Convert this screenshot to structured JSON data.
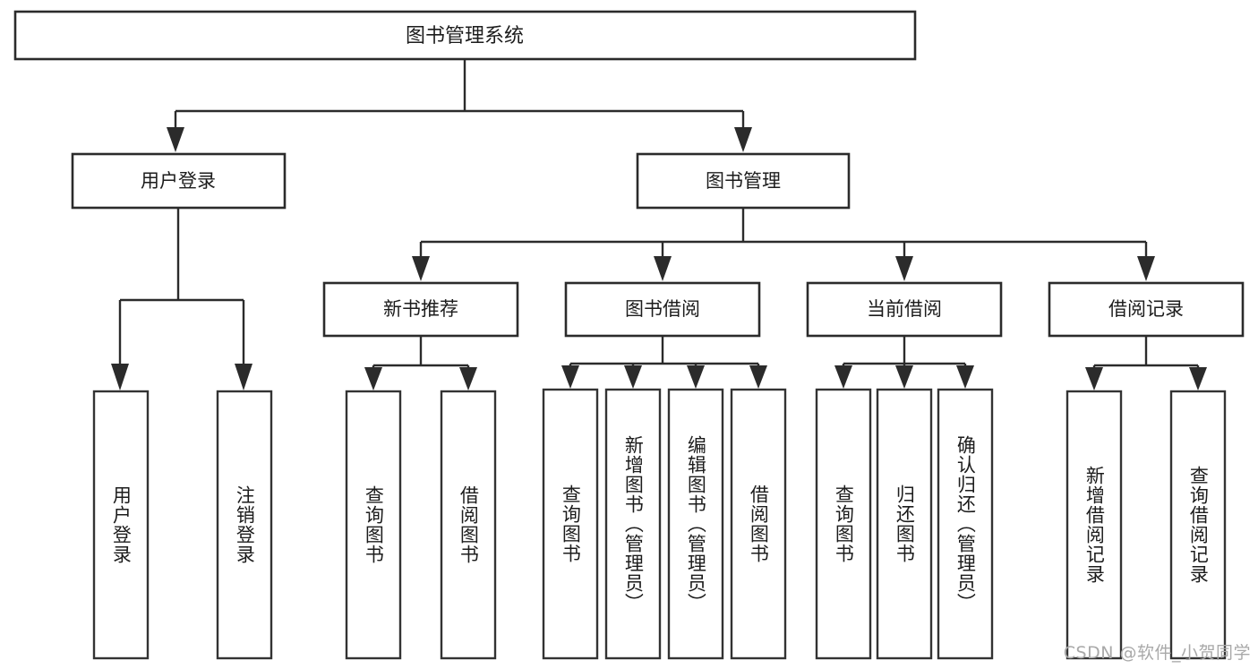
{
  "diagram": {
    "type": "tree",
    "title": "图书管理系统",
    "watermark": "CSDN @软件_小贺同学",
    "colors": {
      "box_stroke": "#2b2b2b",
      "box_fill": "#ffffff",
      "connector": "#2b2b2b",
      "text": "#1c1c1c",
      "watermark": "#a9a9a9",
      "background": "#ffffff"
    },
    "root": {
      "label": "图书管理系统",
      "children": [
        {
          "label": "用户登录",
          "children": [
            {
              "label": "用户登录"
            },
            {
              "label": "注销登录"
            }
          ]
        },
        {
          "label": "图书管理",
          "children": [
            {
              "label": "新书推荐",
              "children": [
                {
                  "label": "查询图书"
                },
                {
                  "label": "借阅图书"
                }
              ]
            },
            {
              "label": "图书借阅",
              "children": [
                {
                  "label": "查询图书"
                },
                {
                  "label": "新增图书（管理员）"
                },
                {
                  "label": "编辑图书（管理员）"
                },
                {
                  "label": "借阅图书"
                }
              ]
            },
            {
              "label": "当前借阅",
              "children": [
                {
                  "label": "查询图书"
                },
                {
                  "label": "归还图书"
                },
                {
                  "label": "确认归还（管理员）"
                }
              ]
            },
            {
              "label": "借阅记录",
              "children": [
                {
                  "label": "新增借阅记录"
                },
                {
                  "label": "查询借阅记录"
                }
              ]
            }
          ]
        }
      ]
    },
    "nodes": {
      "root_title": "图书管理系统",
      "l2_user_login": "用户登录",
      "l2_book_manage": "图书管理",
      "l3_new_book_rec": "新书推荐",
      "l3_book_borrow": "图书借阅",
      "l3_current_borrow": "当前借阅",
      "l3_borrow_record": "借阅记录",
      "leaf_user_login": "用户登录",
      "leaf_logout": "注销登录",
      "leaf_rec_query_book": "查询图书",
      "leaf_rec_borrow_book": "借阅图书",
      "leaf_borrow_query_book": "查询图书",
      "leaf_borrow_add_book": "新增图书（管理员）",
      "leaf_borrow_edit_book": "编辑图书（管理员）",
      "leaf_borrow_borrow_book": "借阅图书",
      "leaf_cur_query_book": "查询图书",
      "leaf_cur_return_book": "归还图书",
      "leaf_cur_confirm_return": "确认归还（管理员）",
      "leaf_rec_add_record": "新增借阅记录",
      "leaf_rec_query_record": "查询借阅记录"
    }
  }
}
